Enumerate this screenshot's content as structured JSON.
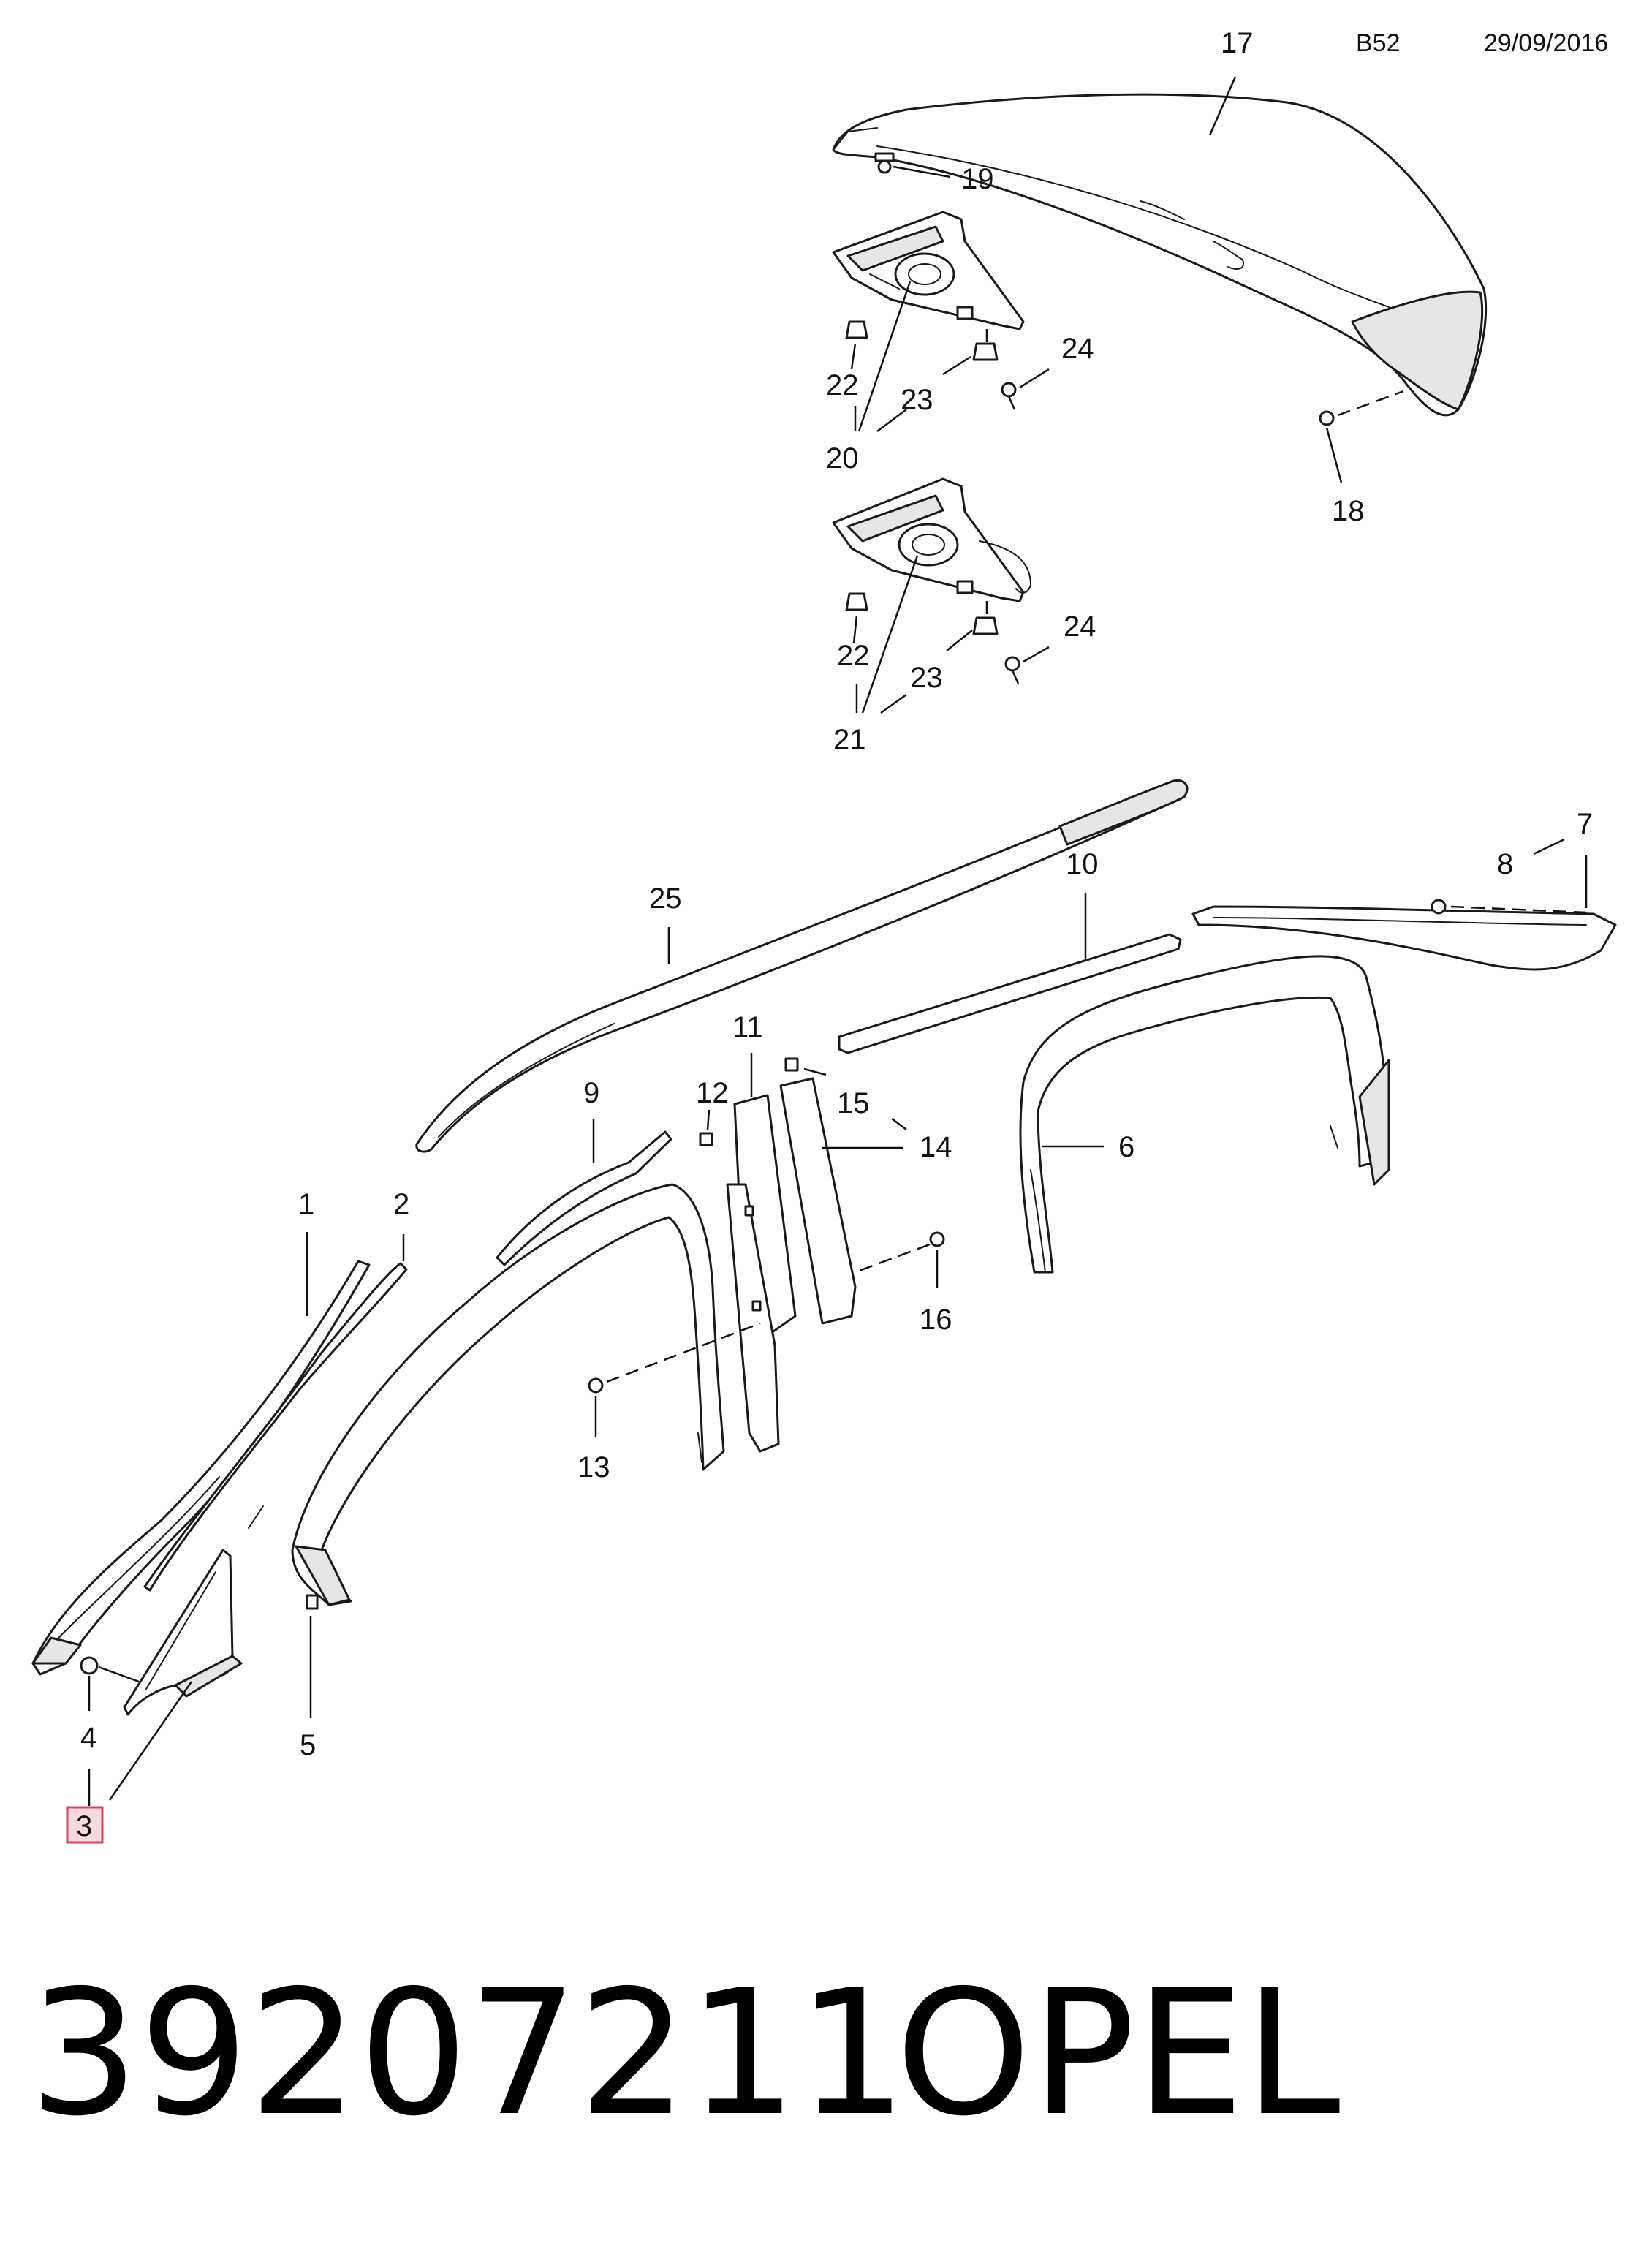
{
  "header": {
    "group_code": "B52",
    "date": "29/09/2016"
  },
  "footer": {
    "part_number": "39207211",
    "brand": "OPEL"
  },
  "highlight_color": "#d24a5c",
  "callouts": {
    "c1": "1",
    "c2": "2",
    "c3": "3",
    "c4": "4",
    "c5": "5",
    "c6": "6",
    "c7": "7",
    "c8": "8",
    "c9": "9",
    "c10": "10",
    "c11": "11",
    "c12": "12",
    "c13": "13",
    "c14": "14",
    "c15": "15",
    "c16": "16",
    "c17": "17",
    "c18": "18",
    "c19": "19",
    "c20": "20",
    "c21": "21",
    "c22a": "22",
    "c22b": "22",
    "c23a": "23",
    "c23b": "23",
    "c24a": "24",
    "c24b": "24",
    "c25": "25"
  },
  "highlighted_callout": "3"
}
